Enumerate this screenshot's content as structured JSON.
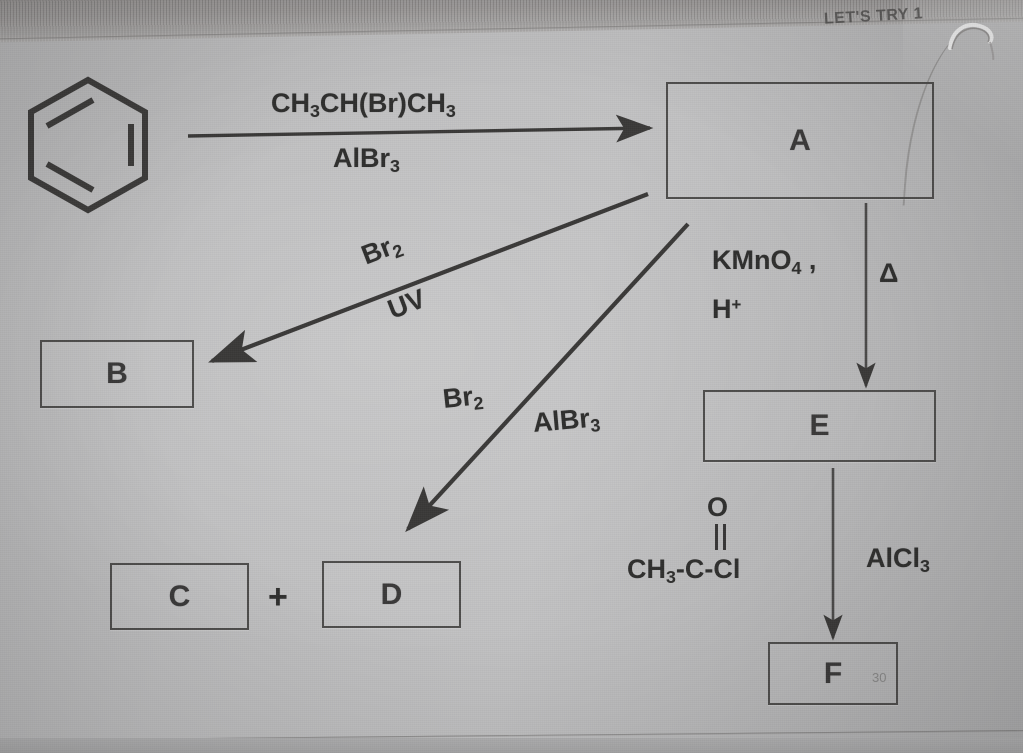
{
  "worksheet": {
    "header_text": "LET'S TRY 1",
    "page_number": "30"
  },
  "scheme": {
    "title": "Benzene reaction scheme",
    "start_material": {
      "name": "benzene-ring",
      "label": ""
    },
    "boxes": [
      {
        "id": "A",
        "label": "A"
      },
      {
        "id": "B",
        "label": "B"
      },
      {
        "id": "C",
        "label": "C"
      },
      {
        "id": "D",
        "label": "D"
      },
      {
        "id": "E",
        "label": "E"
      },
      {
        "id": "F",
        "label": "F"
      }
    ],
    "plus_symbol": "+",
    "reagents": {
      "benzene_to_A_above": "CH3CH(Br)CH3",
      "benzene_to_A_below": "AlBr3",
      "A_to_B_above": "Br2",
      "A_to_B_below": "UV",
      "A_to_D_left": "Br2",
      "A_to_D_right": "AlBr3",
      "A_to_E_line1": "KMnO4 ,",
      "A_to_E_line2": "H+",
      "A_to_E_side": "Δ",
      "E_to_F_side": "AlCl3",
      "E_to_F_reagent_o": "O",
      "E_to_F_reagent_chain": "CH3-C-Cl"
    },
    "colors": {
      "paper": "#bdbdbe",
      "ink": "#2f2f2e",
      "box_border": "#4e4d4c",
      "faded_ink": "#6e6d6c"
    }
  }
}
